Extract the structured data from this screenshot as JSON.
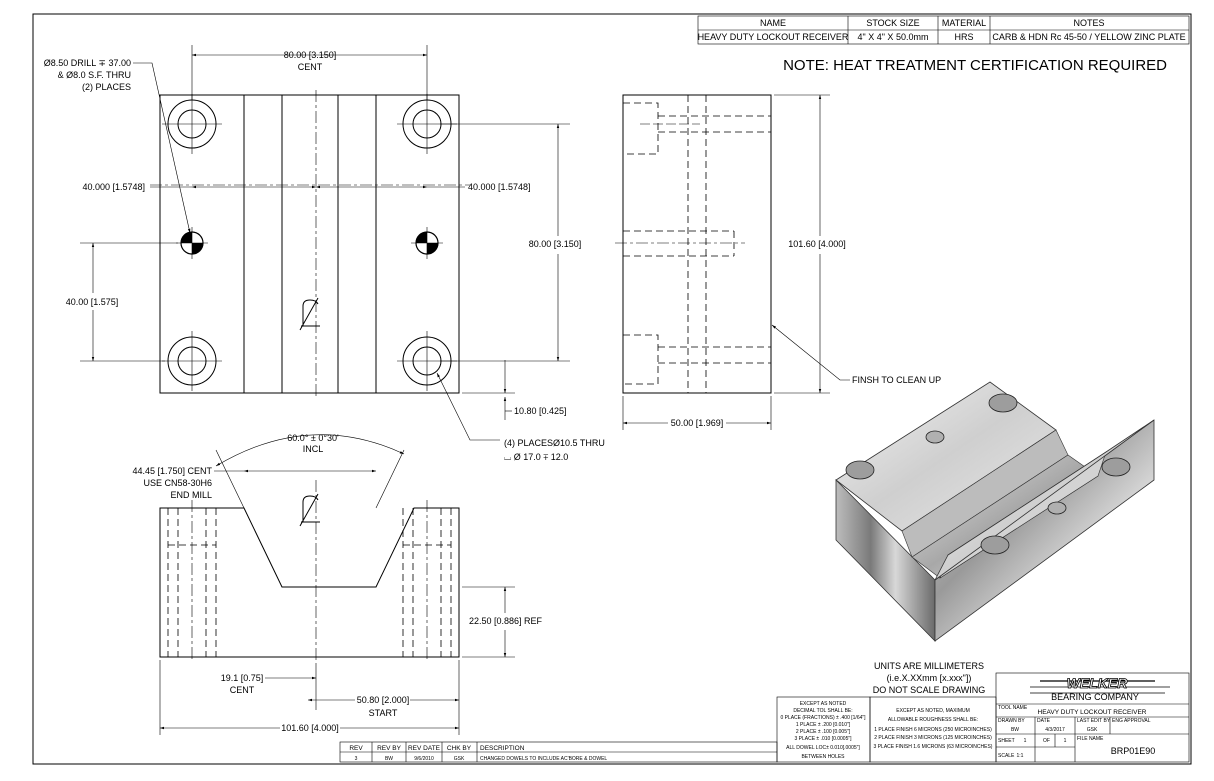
{
  "material_table": {
    "headers": [
      "NAME",
      "STOCK SIZE",
      "MATERIAL",
      "NOTES"
    ],
    "row": [
      "HEAVY DUTY LOCKOUT RECEIVER",
      "4\" X 4\" X 50.0mm",
      "HRS",
      "CARB & HDN Rc 45-50 /  YELLOW ZINC PLATE"
    ]
  },
  "main_note": "NOTE:  HEAT TREATMENT CERTIFICATION REQUIRED",
  "top_view": {
    "drill_note": [
      "Ø8.50 DRILL ∓ 37.00",
      "& Ø8.0 S.F. THRU",
      "(2) PLACES"
    ],
    "dim_top": [
      "80.00 [3.150]",
      "CENT"
    ],
    "dim_left_40": "40.000 [1.5748]",
    "dim_right_40": "40.000 [1.5748]",
    "dim_height": "80.00 [3.150]",
    "dim_left_lower": "40.00 [1.575]",
    "dim_bottom_offset": "10.80 [0.425]",
    "hole_note": [
      "(4) PLACESØ10.5 THRU",
      "⌴ Ø 17.0 ∓ 12.0"
    ]
  },
  "side_view": {
    "dim_height": "101.60 [4.000]",
    "dim_width": "50.00 [1.969]",
    "finish_note": "FINSH TO CLEAN UP"
  },
  "front_view": {
    "angle": [
      "60.0° ± 0°30'",
      "INCL"
    ],
    "groove_note": [
      "44.45 [1.750] CENT",
      "USE CN58-30H6",
      "END MILL"
    ],
    "dim_ref": "22.50 [0.886] REF",
    "dim_cent": [
      "19.1 [0.75]",
      "CENT"
    ],
    "dim_start": [
      "50.80 [2.000]",
      "START"
    ],
    "dim_total": "101.60 [4.000]"
  },
  "units_note": [
    "UNITS ARE MILLIMETERS",
    "(i.e.X.XXmm [x.xxx\"])",
    "DO NOT SCALE DRAWING"
  ],
  "revision_table": {
    "headers": [
      "REV",
      "REV BY",
      "REV DATE",
      "CHK BY",
      "DESCRIPTION"
    ],
    "row": [
      "3",
      "BW",
      "9/6/2010",
      "GSK",
      "CHANGED DOWELS TO INCLUDE AC'BORE & DOWEL"
    ]
  },
  "tolerances": {
    "lines": [
      "EXCEPT AS NOTED",
      "DECIMAL TOL SHALL BE:",
      "0 PLACE (FRACTIONS) ± .400 [1/64\"]",
      "1 PLACE ± .200 [0.010\"]",
      "2 PLACE ± .100 [0.005\"]",
      "3 PLACE ± .010 [0.0005\"]",
      "ALL DOWEL LOC± 0.010[.0005\"]",
      "BETWEEN HOLES"
    ]
  },
  "roughness": {
    "lines": [
      "EXCEPT AS NOTED, MAXIMUM",
      "ALLOWABLE ROUGHNESS SHALL BE:",
      "1 PLACE FINISH 6 MICRONS (250 MICROINCHES)",
      "2 PLACE FINISH 3 MICRONS (125 MICROINCHES)",
      "3 PLACE FINISH 1.6 MICRONS (63 MICROINCHES)"
    ]
  },
  "title_block": {
    "logo": "WELKER",
    "company": "BEARING COMPANY",
    "tool_name_label": "TOOL NAME",
    "tool_name": "HEAVY DUTY LOCKOUT RECEIVER",
    "drawn_by_label": "DRAWN BY",
    "drawn_by": "BW",
    "date_label": "DATE",
    "date": "4/3/2017",
    "last_edit_label": "LAST EDIT BY",
    "last_edit": "GSK",
    "eng_label": "ENG APPROVAL",
    "sheet_label": "SHEET",
    "sheet": "1",
    "of_label": "OF",
    "of": "1",
    "file_label": "FILE NAME",
    "file_name": "BRP01E90",
    "scale_label": "SCALE",
    "scale": "1:1"
  }
}
